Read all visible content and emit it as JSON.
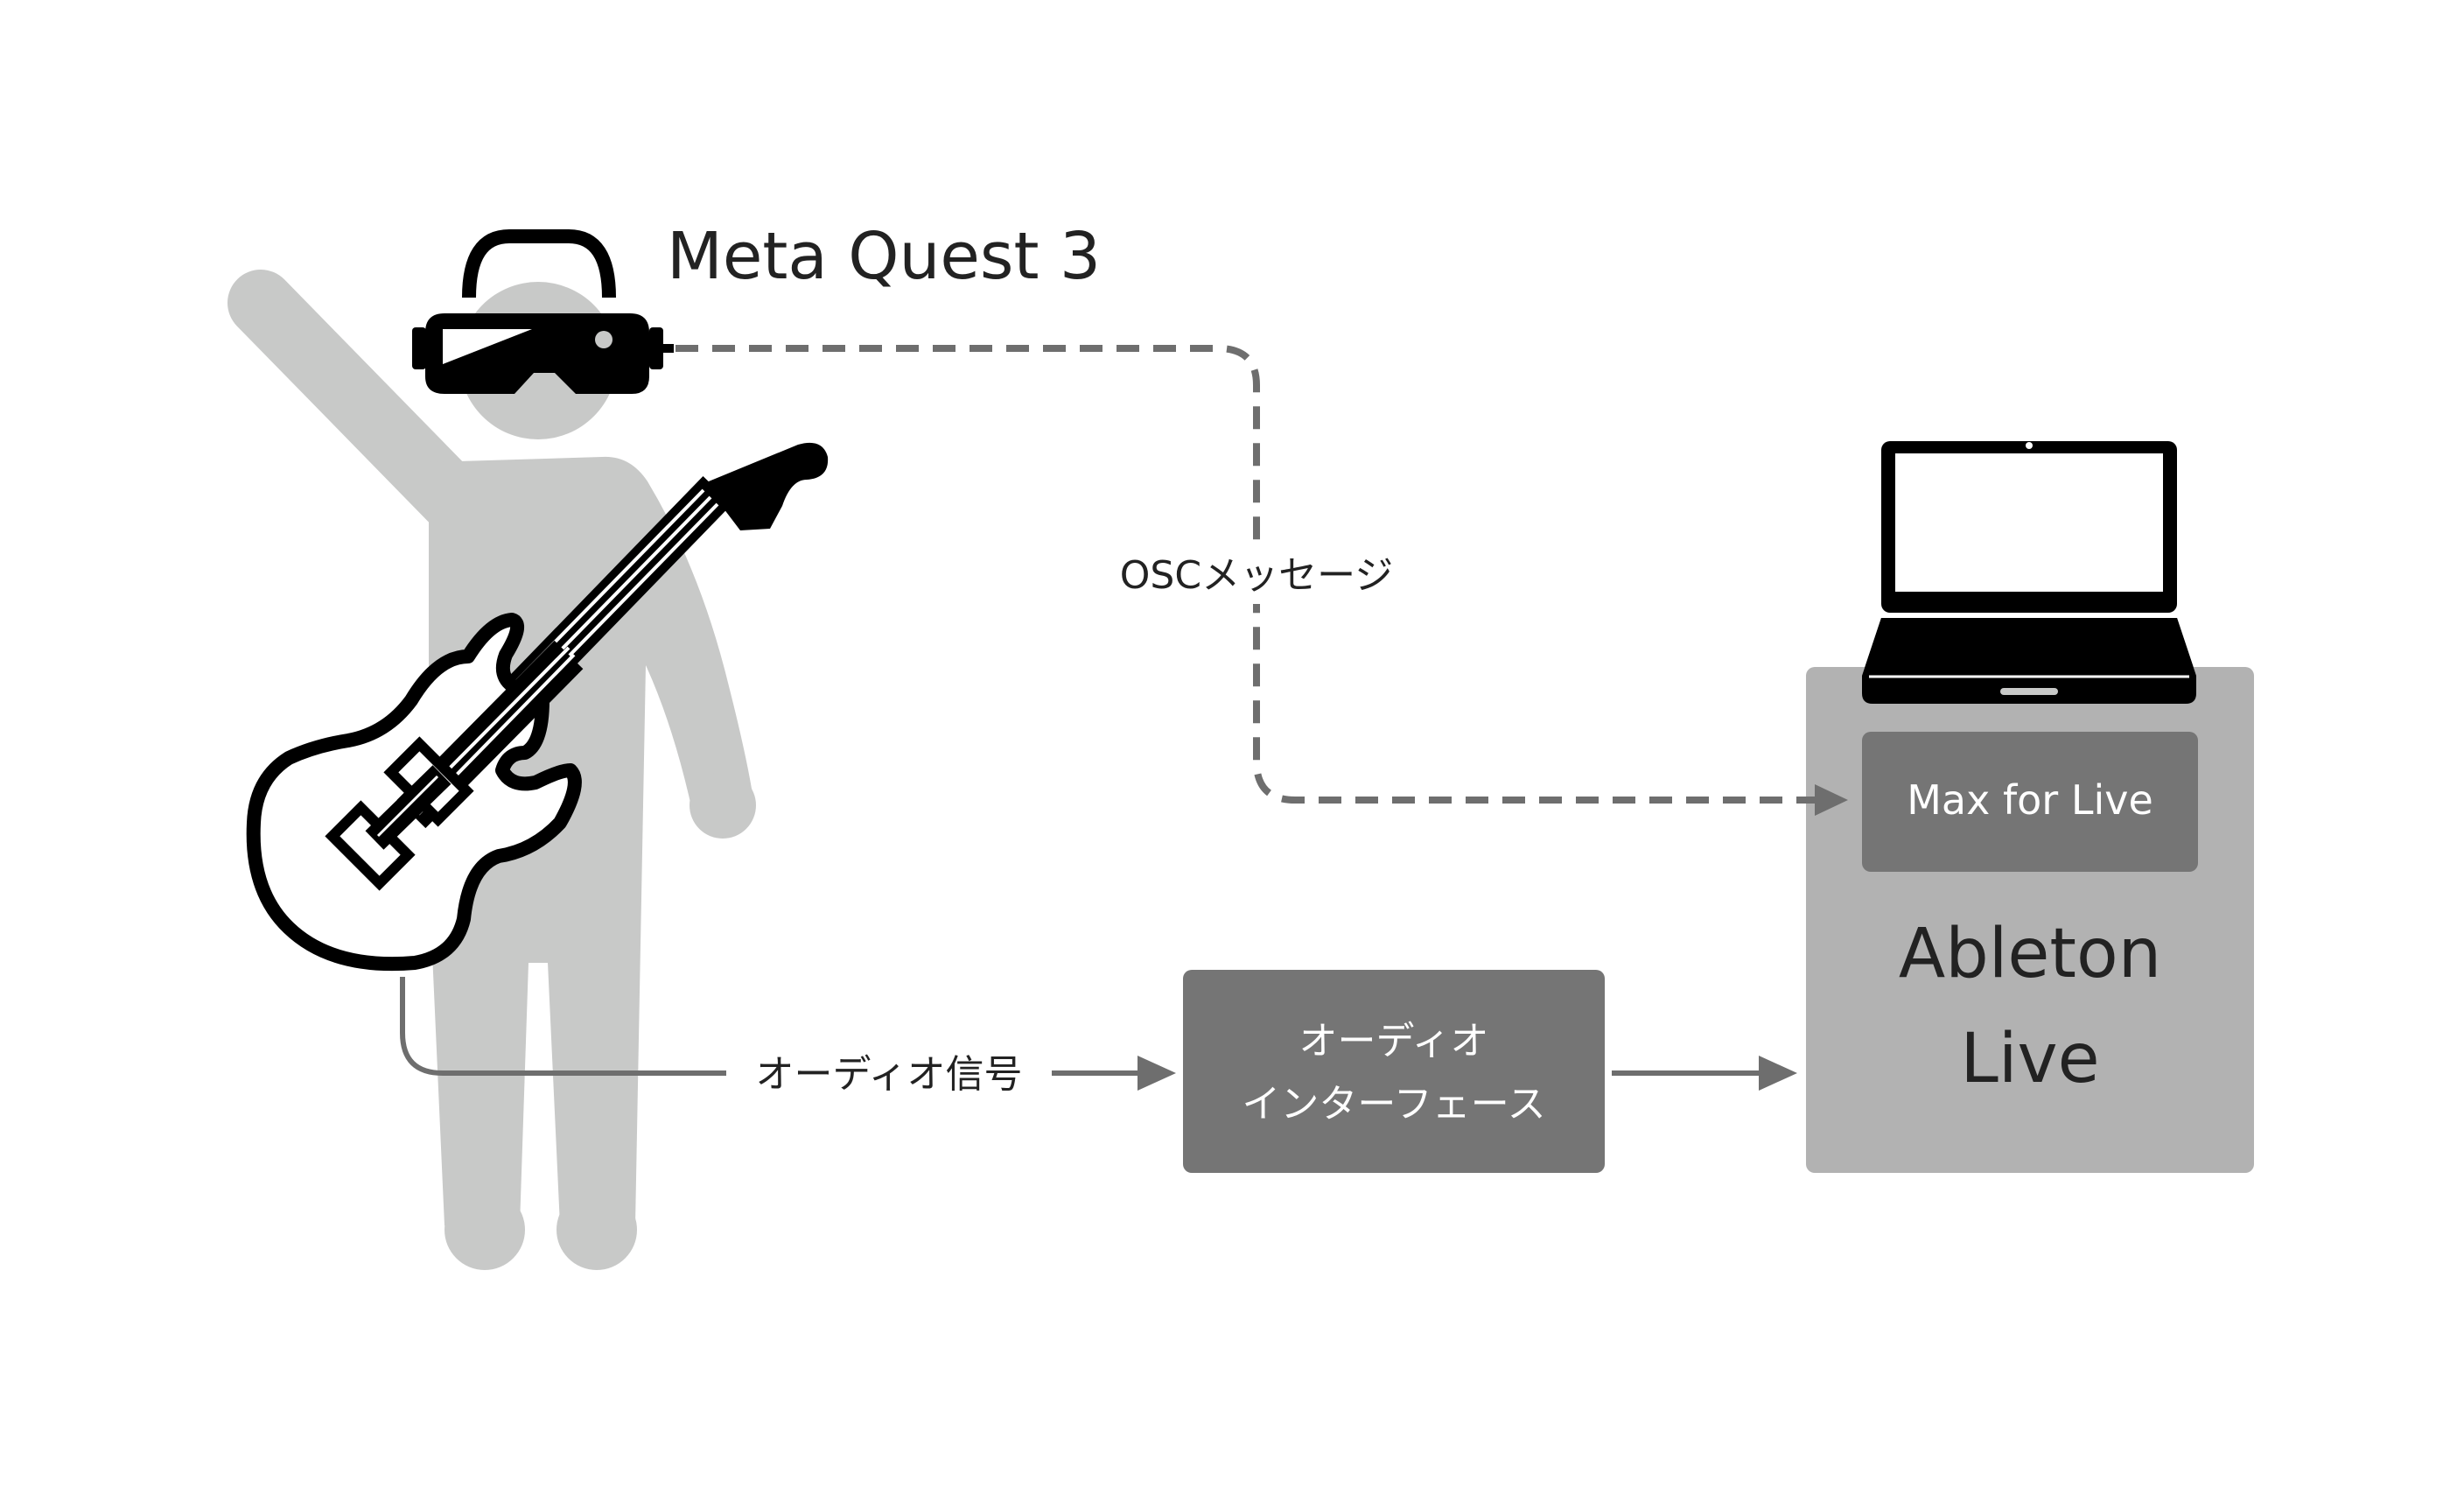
{
  "headset": {
    "label": "Meta Quest 3"
  },
  "osc": {
    "label": "OSCメッセージ"
  },
  "audio": {
    "label": "オーディオ信号"
  },
  "interface_box": {
    "line1": "オーディオ",
    "line2": "インターフェース"
  },
  "max_box": {
    "label": "Max for Live"
  },
  "ableton_box": {
    "line1": "Ableton",
    "line2": "Live"
  },
  "colors": {
    "person": "#c8c9c8",
    "outline": "#000000",
    "dark_box": "#757575",
    "light_box": "#b2b2b2",
    "arrow": "#6e6e6e",
    "text": "#222222",
    "box_text": "#ffffff"
  }
}
